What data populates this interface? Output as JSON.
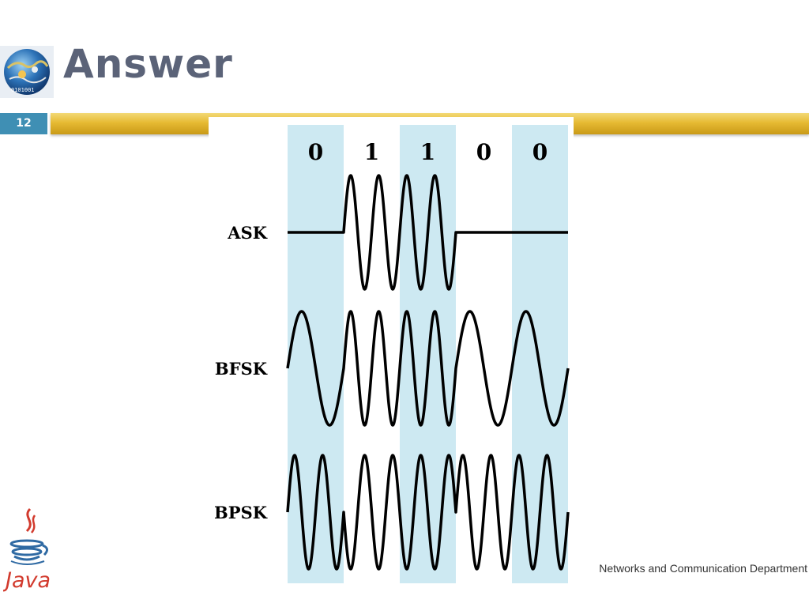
{
  "slide": {
    "title": "Answer",
    "number": "12",
    "footer": "Networks and Communication Department"
  },
  "java_logo": {
    "text": "Java",
    "icon": "java-cup-icon"
  },
  "logo": {
    "icon": "globe-binary-logo-icon"
  },
  "diagram": {
    "bits": [
      "0",
      "1",
      "1",
      "0",
      "0"
    ],
    "rows": [
      {
        "label": "ASK",
        "scheme": "amplitude",
        "cycles_for_1": 2,
        "cycles_for_0": 0
      },
      {
        "label": "BFSK",
        "scheme": "frequency",
        "cycles_for_1": 2,
        "cycles_for_0": 1
      },
      {
        "label": "BPSK",
        "scheme": "phase",
        "cycles_per_bit": 2
      }
    ],
    "colors": {
      "shade": "#cde9f2",
      "wave": "#000000",
      "accent_bar": "#e6ba33",
      "title": "#5b6378",
      "number_box": "#3f8fb4"
    }
  }
}
